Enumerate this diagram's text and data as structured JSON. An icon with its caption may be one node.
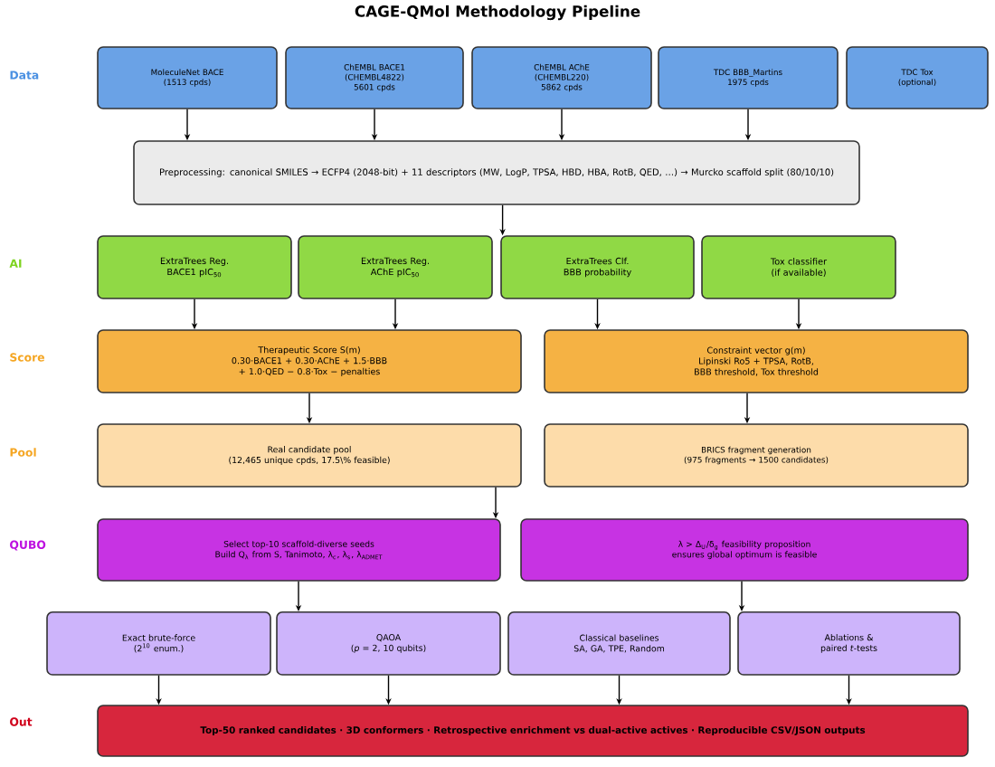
{
  "diagram": {
    "title": "CAGE-QMol Methodology Pipeline",
    "nodes": [
      {
        "text": [
          "MoleculeNet BACE",
          "(1513 cpds)"
        ]
      },
      {
        "text": [
          "ChEMBL BACE1",
          "(CHEMBL4822)",
          "5601 cpds"
        ]
      },
      {
        "text": [
          "ChEMBL AChE",
          "(CHEMBL220)",
          "5862 cpds"
        ]
      },
      {
        "text": [
          "TDC BBB_Martins",
          "1975 cpds"
        ]
      },
      {
        "text": [
          "TDC Tox",
          "(optional)"
        ]
      },
      {
        "text": [
          "Preprocessing: canonical SMILES → ECFP4 (2048-bit) + 11 descriptors (MW, LogP, TPSA, HBD, HBA, RotB, QED, …) → Murcko scaffold split (80/10/10)"
        ]
      },
      {
        "text": [
          "ExtraTrees Reg.",
          "BACE1 pIC$_{50}$"
        ]
      },
      {
        "text": [
          "ExtraTrees Reg.",
          "AChE pIC$_{50}$"
        ]
      },
      {
        "text": [
          "ExtraTrees Clf.",
          "BBB probability"
        ]
      },
      {
        "text": [
          "Tox classifier",
          "(if available)"
        ]
      },
      {
        "text": [
          "Therapeutic Score S(m)",
          "0.30·BACE1 + 0.30·AChE + 1.5·BBB + 1.0·QED − 0.8·Tox − penalties"
        ]
      },
      {
        "text": [
          "Constraint vector g(m)",
          "Lipinski Ro5 + TPSA, RotB, BBB threshold, Tox threshold"
        ]
      },
      {
        "text": [
          "Real candidate pool",
          "(12,465 unique cpds, 17.5\\% feasible)"
        ]
      },
      {
        "text": [
          "BRICS fragment generation",
          "(975 fragments → 1500 candidates)"
        ]
      },
      {
        "text": [
          "Select top-10 scaffold-diverse seeds",
          "Build Q$_{λ}$ from S, Tanimoto, λ$_{c}$, λ$_{s}$, λ$_{ADMET}$"
        ]
      },
      {
        "text": [
          "λ > Δ$_{U}$/δ$_{g}$ feasibility proposition ensures global optimum is feasible"
        ]
      },
      {
        "text": [
          "Exact brute-force",
          "(2$^{10}$ enum.)"
        ]
      },
      {
        "text": [
          "QAOA",
          "(*p* = 2, 10 qubits)"
        ]
      },
      {
        "text": [
          "Classical baselines",
          "SA, GA, TPE, Random"
        ]
      },
      {
        "text": [
          "Ablations & paired *t*-tests"
        ]
      },
      {
        "text": [
          "Top-50 ranked candidates · 3D conformers · Retrospective enrichment vs dual-active actives · Reproducible CSV/JSON outputs"
        ]
      }
    ],
    "edges": [
      {
        "from": 0,
        "to": 5,
        "arrow": "to"
      },
      {
        "from": 1,
        "to": 5,
        "arrow": "to"
      },
      {
        "from": 2,
        "to": 5,
        "arrow": "to"
      },
      {
        "from": 3,
        "to": 5,
        "arrow": "to"
      },
      {
        "from": 5,
        "to": 8,
        "arrow": "to"
      },
      {
        "from": 6,
        "to": 10,
        "arrow": "to"
      },
      {
        "from": 7,
        "to": 10,
        "arrow": "to"
      },
      {
        "from": 8,
        "to": 11,
        "arrow": "to"
      },
      {
        "from": 9,
        "to": 11,
        "arrow": "to"
      },
      {
        "from": 10,
        "to": 12,
        "arrow": "to"
      },
      {
        "from": 11,
        "to": 13,
        "arrow": "to"
      },
      {
        "from": 12,
        "to": 14,
        "arrow": "to"
      },
      {
        "from": 14,
        "to": 17,
        "arrow": "to"
      },
      {
        "from": 15,
        "to": 19,
        "arrow": "to"
      },
      {
        "from": 16,
        "to": 20,
        "arrow": "to"
      },
      {
        "from": 17,
        "to": 20,
        "arrow": "to"
      },
      {
        "from": 18,
        "to": 20,
        "arrow": "to"
      },
      {
        "from": 19,
        "to": 20,
        "arrow": "to"
      }
    ],
    "labels": [
      "Data",
      "AI",
      "Score",
      "Pool",
      "QUBO",
      "Out"
    ]
  }
}
